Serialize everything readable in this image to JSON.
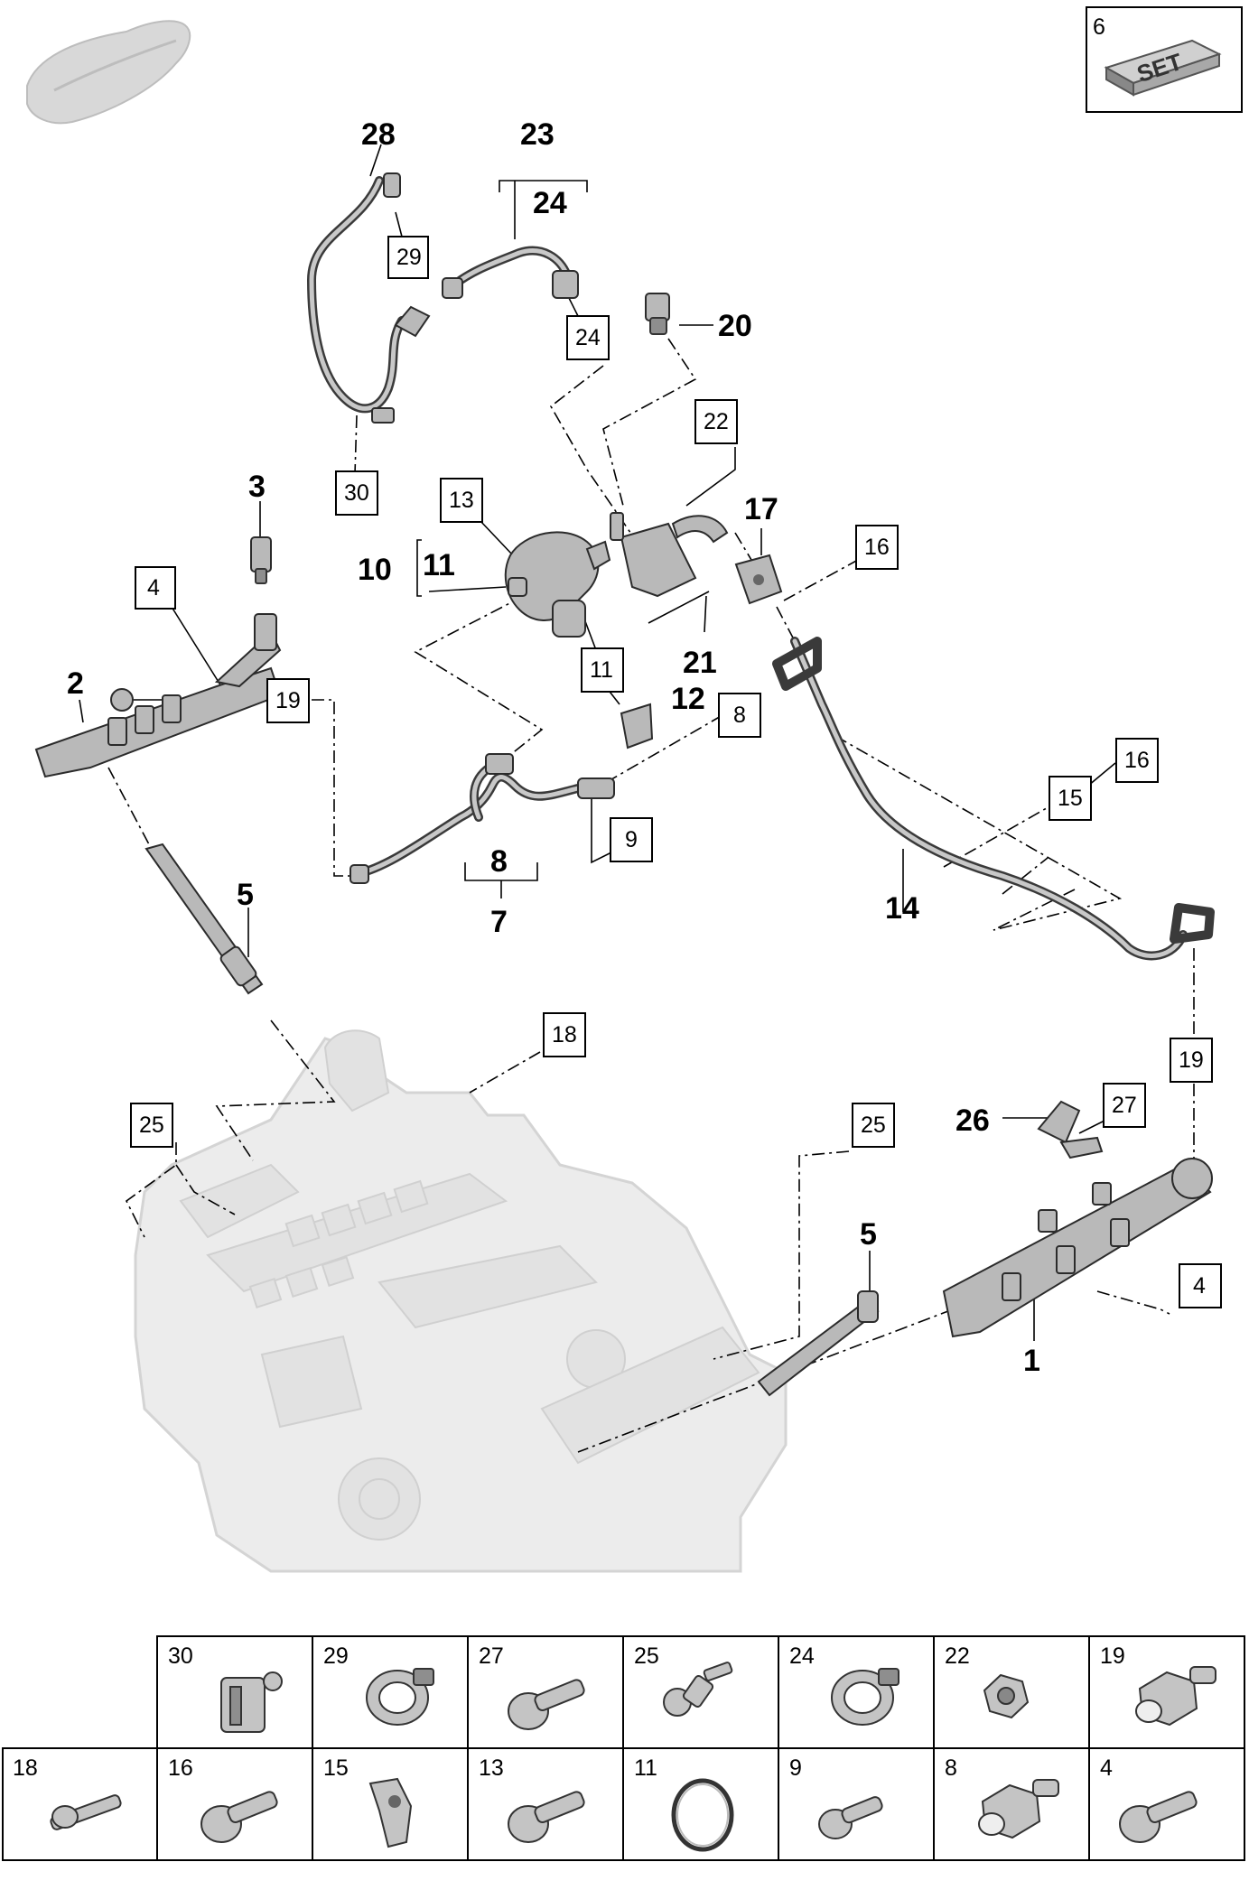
{
  "callouts": {
    "c1": "1",
    "c2": "2",
    "c3": "3",
    "c5a": "5",
    "c5b": "5",
    "c7": "7",
    "c8": "8",
    "c10": "10",
    "c11": "11",
    "c12": "12",
    "c14": "14",
    "c17": "17",
    "c20": "20",
    "c21": "21",
    "c23": "23",
    "c24": "24",
    "c26": "26",
    "c28": "28"
  },
  "boxed": {
    "b4a": "4",
    "b4b": "4",
    "b8": "8",
    "b9": "9",
    "b11": "11",
    "b13": "13",
    "b15": "15",
    "b16a": "16",
    "b16b": "16",
    "b18": "18",
    "b19a": "19",
    "b19b": "19",
    "b22": "22",
    "b24": "24",
    "b25a": "25",
    "b25b": "25",
    "b27": "27",
    "b29": "29",
    "b30": "30",
    "b6": "6"
  },
  "set_label": "SET",
  "parts_table": {
    "row1": [
      "30",
      "29",
      "27",
      "25",
      "24",
      "22",
      "19"
    ],
    "row2": [
      "18",
      "16",
      "15",
      "13",
      "11",
      "9",
      "8",
      "4"
    ]
  },
  "icons": [
    "car-silhouette-icon",
    "set-box-icon"
  ],
  "colors": {
    "part_fill": "#b9b9b9",
    "engine_ghost": "#ececec",
    "line": "#000000"
  }
}
